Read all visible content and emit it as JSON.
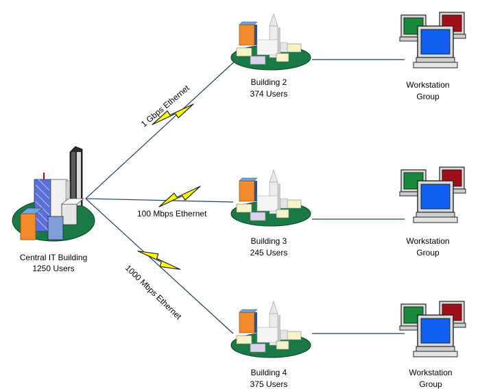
{
  "central": {
    "name": "Central IT Building",
    "users": "1250 Users"
  },
  "links": [
    {
      "label": "1 Gbps Ethernet"
    },
    {
      "label": "100 Mbps Ethernet"
    },
    {
      "label": "1000 Mbps Ethernet"
    }
  ],
  "buildings": [
    {
      "name": "Building 2",
      "users": "374 Users"
    },
    {
      "name": "Building 3",
      "users": "245 Users"
    },
    {
      "name": "Building 4",
      "users": "375 Users"
    }
  ],
  "workstations": [
    {
      "line1": "Workstation",
      "line2": "Group"
    },
    {
      "line1": "Workstation",
      "line2": "Group"
    },
    {
      "line1": "Workstation",
      "line2": "Group"
    }
  ],
  "colors": {
    "line": "#1f3f5f",
    "lightning": "#ffff00",
    "campus_green": "#1a7a45",
    "monitor_green": "#1a8a3a",
    "monitor_red": "#a01018",
    "monitor_blue": "#1060f0"
  }
}
